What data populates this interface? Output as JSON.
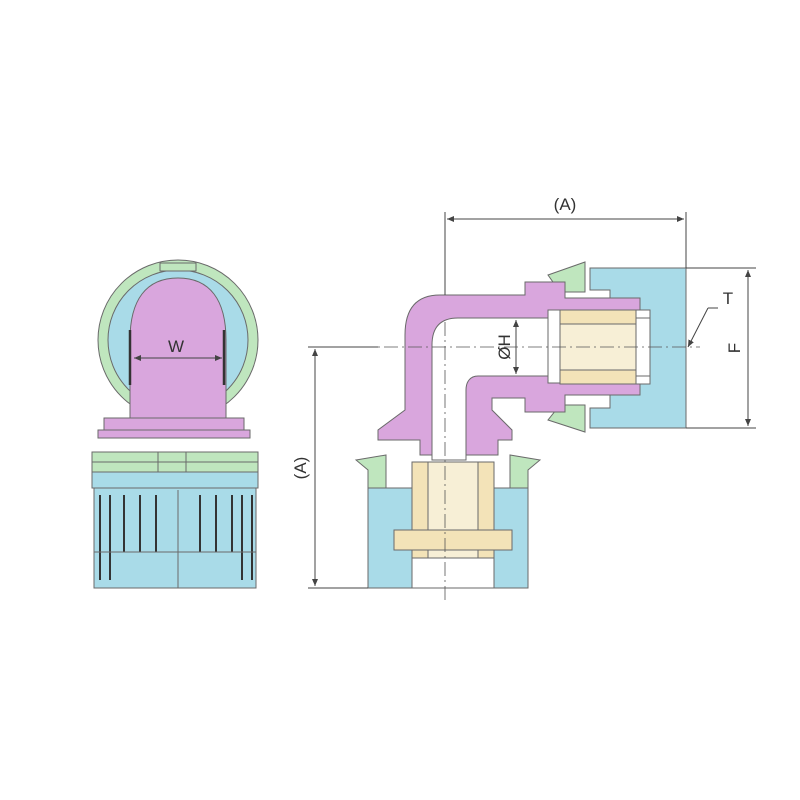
{
  "labels": {
    "width": "W",
    "overall_length": "(A)",
    "inner_diameter": "ØH",
    "thread": "T",
    "flange": "F"
  },
  "colors": {
    "body": "#d9a6dd",
    "nut": "#a9dbe8",
    "ring": "#bfe6be",
    "insert": "#f3e3b8",
    "outline": "#6a6a6a",
    "dimension": "#444444"
  },
  "icons": {
    "end_view": "fitting-end-view-icon",
    "elbow_section": "elbow-fitting-section-icon"
  }
}
